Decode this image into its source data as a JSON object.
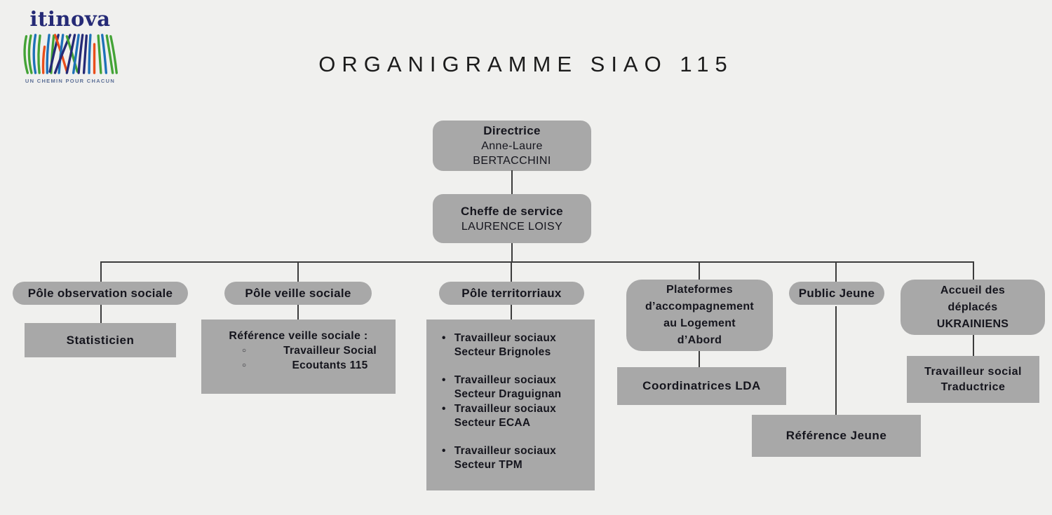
{
  "page": {
    "title": "ORGANIGRAMME SIAO 115",
    "background_color": "#f0f0ee",
    "box_color": "#a8a8a8",
    "connector_color": "#3c3c3c",
    "text_color": "#15151d"
  },
  "logo": {
    "brand": "itinova",
    "tagline": "UN CHEMIN POUR CHACUN",
    "colors": {
      "navy": "#252a76",
      "green": "#43a336",
      "blue": "#1d71b8",
      "orange": "#e94e1b",
      "tagline_gray_blue": "#5c6f96"
    }
  },
  "org": {
    "director": {
      "role": "Directrice",
      "name_line1": "Anne-Laure",
      "name_line2": "BERTACCHINI"
    },
    "chief": {
      "role": "Cheffe de service",
      "name": "LAURENCE LOISY"
    },
    "col1": {
      "header": "Pôle observation sociale",
      "child": "Statisticien"
    },
    "col2": {
      "header": "Pôle veille sociale",
      "child_title": "Référence veille sociale :",
      "bullets": [
        {
          "label": "Travailleur Social"
        },
        {
          "label": "Ecoutants 115"
        }
      ]
    },
    "col3": {
      "header": "Pôle territorriaux",
      "bullets": [
        {
          "line1": "Travailleur sociaux",
          "line2": "Secteur Brignoles"
        },
        {
          "line1": "Travailleur sociaux",
          "line2": "Secteur Draguignan"
        },
        {
          "line1": "Travailleur sociaux",
          "line2": "Secteur ECAA"
        },
        {
          "line1": "Travailleur sociaux",
          "line2": "Secteur TPM"
        }
      ]
    },
    "col4": {
      "header_line1": "Plateformes",
      "header_line2": "d’accompagnement",
      "header_line3": "au Logement",
      "header_line4": "d’Abord",
      "child": "Coordinatrices LDA"
    },
    "col5": {
      "header": "Public Jeune",
      "child": "Référence Jeune"
    },
    "col6": {
      "header_line1": "Accueil des",
      "header_line2": "déplacés",
      "header_line3": "UKRAINIENS",
      "child_line1": "Travailleur social",
      "child_line2": "Traductrice"
    }
  }
}
